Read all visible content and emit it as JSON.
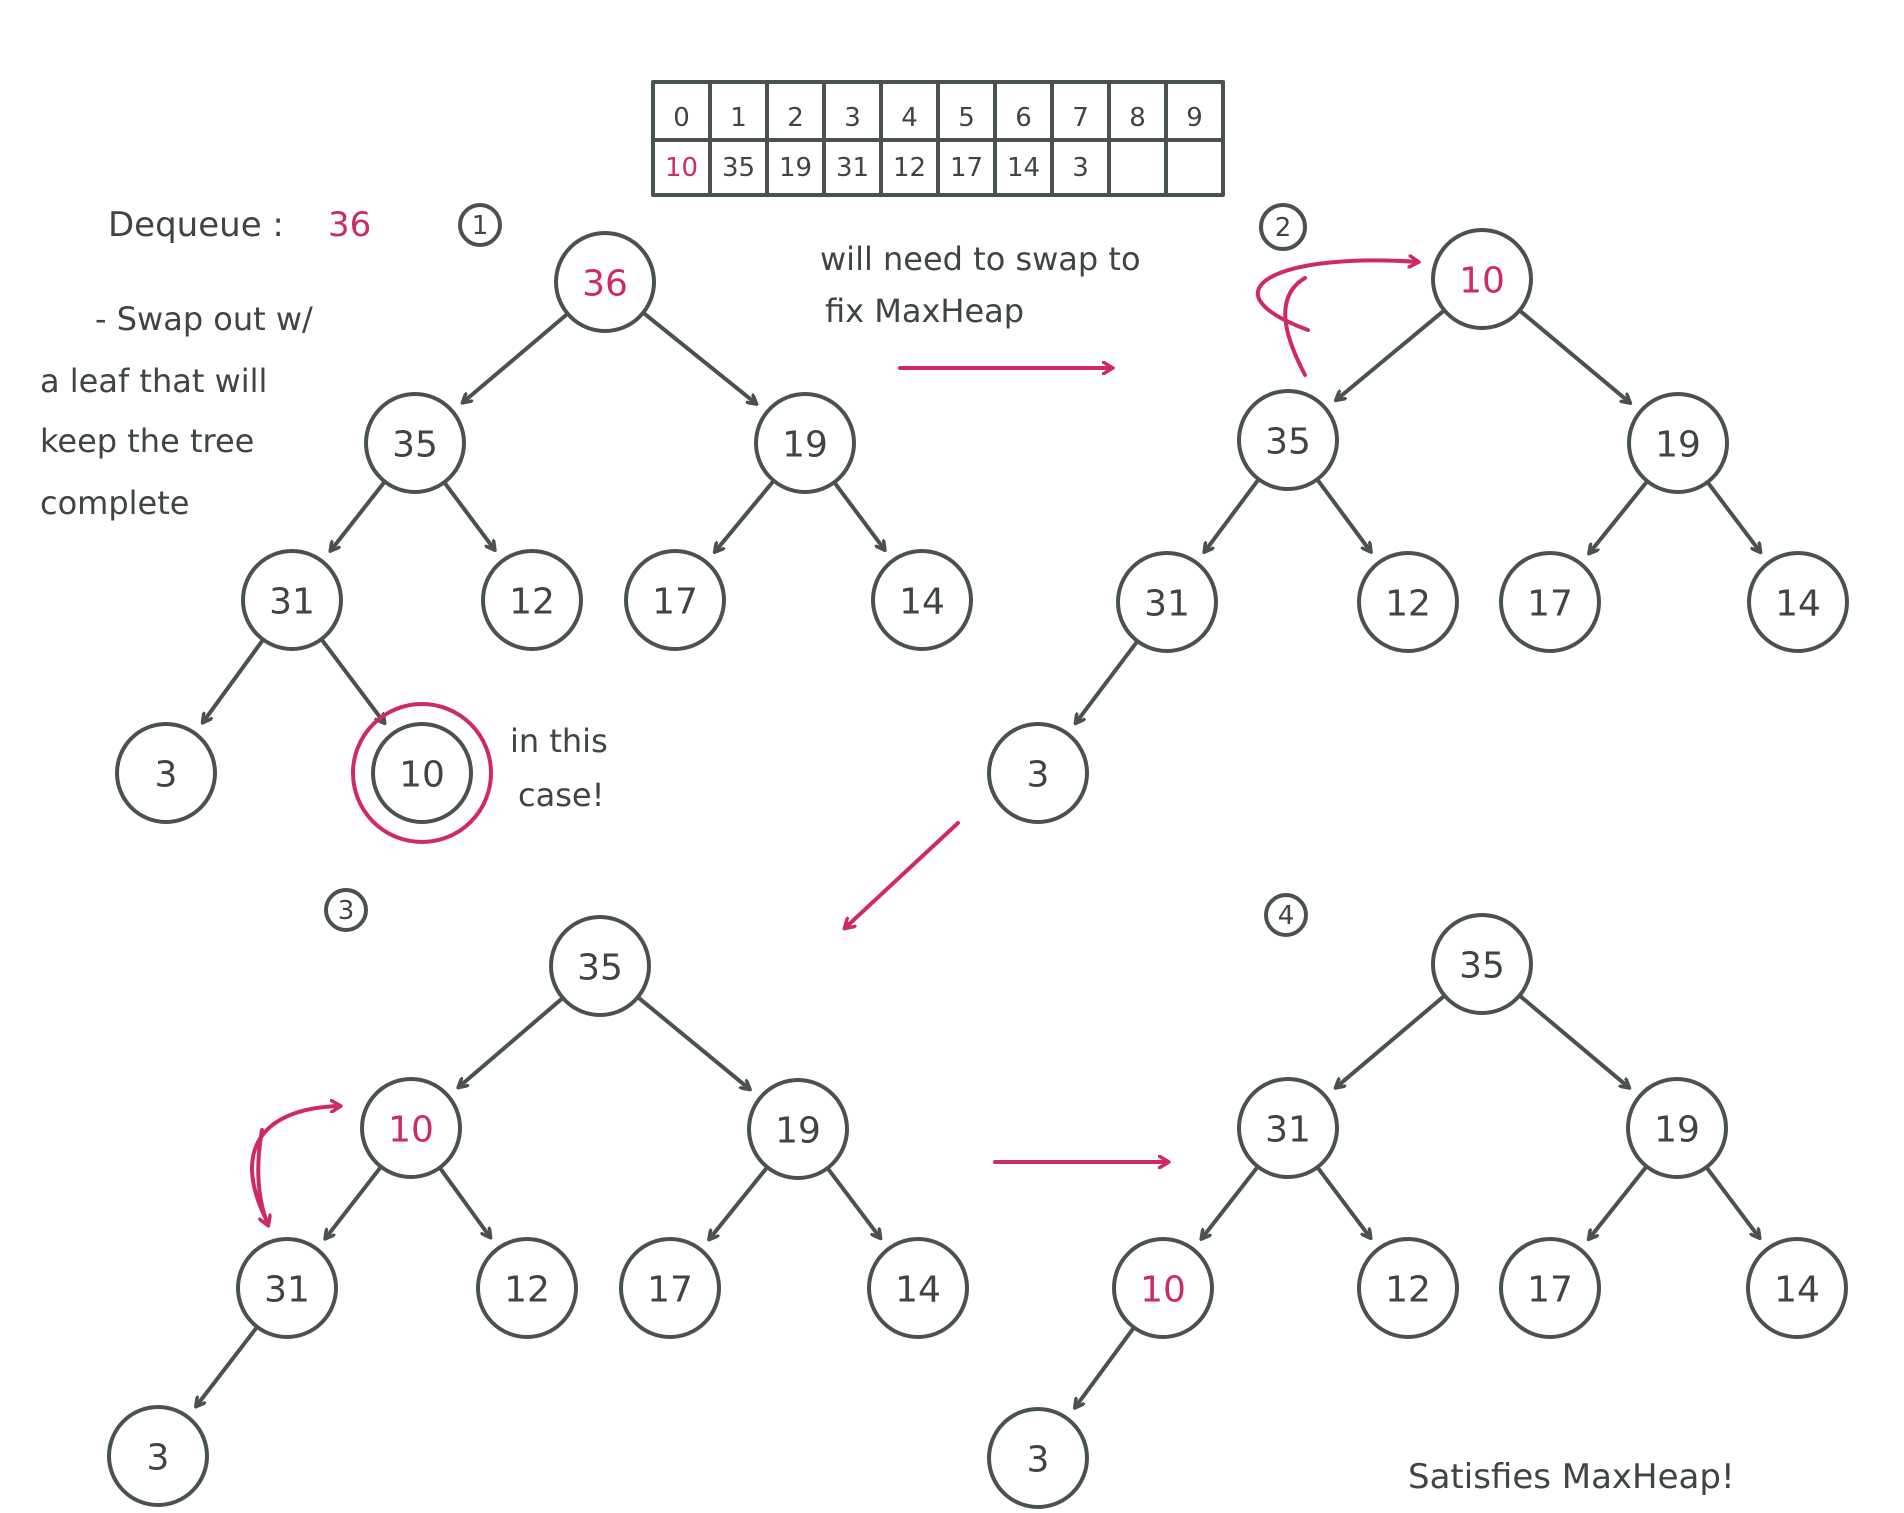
{
  "array_table": {
    "indices": [
      "0",
      "1",
      "2",
      "3",
      "4",
      "5",
      "6",
      "7",
      "8",
      "9"
    ],
    "values": [
      "10",
      "35",
      "19",
      "31",
      "12",
      "17",
      "14",
      "3",
      "",
      ""
    ],
    "highlight_index": 0
  },
  "notes": {
    "dequeue_label": "Dequeue :",
    "dequeue_value": "36",
    "swap_line1": "- Swap out w/",
    "swap_line2": "a leaf that will",
    "swap_line3": "keep the tree",
    "swap_line4": "complete",
    "in_this_case_line1": "in this",
    "in_this_case_line2": "case!",
    "will_need_line1": "will need to swap to",
    "will_need_line2": "fix MaxHeap",
    "satisfies": "Satisfies MaxHeap!"
  },
  "steps": [
    "1",
    "2",
    "3",
    "4"
  ],
  "diagrams": [
    {
      "step": "1",
      "nodes": [
        "36",
        "35",
        "19",
        "31",
        "12",
        "17",
        "14",
        "3",
        "10"
      ],
      "accent": [
        "36"
      ],
      "circled": [
        "10"
      ]
    },
    {
      "step": "2",
      "nodes": [
        "10",
        "35",
        "19",
        "31",
        "12",
        "17",
        "14",
        "3"
      ],
      "accent": [
        "10"
      ]
    },
    {
      "step": "3",
      "nodes": [
        "35",
        "10",
        "19",
        "31",
        "12",
        "17",
        "14",
        "3"
      ],
      "accent": [
        "10"
      ]
    },
    {
      "step": "4",
      "nodes": [
        "35",
        "31",
        "19",
        "10",
        "12",
        "17",
        "14",
        "3"
      ],
      "accent": [
        "10"
      ]
    }
  ],
  "colors": {
    "ink": "#4a5250",
    "accent": "#cf2b63"
  }
}
